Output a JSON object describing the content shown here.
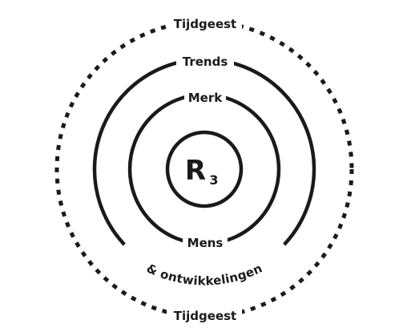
{
  "diagram": {
    "center": {
      "letter": "R",
      "subscript": "3"
    },
    "rings": {
      "inner": {
        "label_bottom": "Mens"
      },
      "middle": {
        "label_top": "Merk"
      },
      "outer": {
        "label_top": "Trends",
        "label_bottom": "& ontwikkelingen"
      },
      "dotted": {
        "label_top": "Tijdgeest",
        "label_bottom": "Tijdgeest"
      }
    }
  }
}
